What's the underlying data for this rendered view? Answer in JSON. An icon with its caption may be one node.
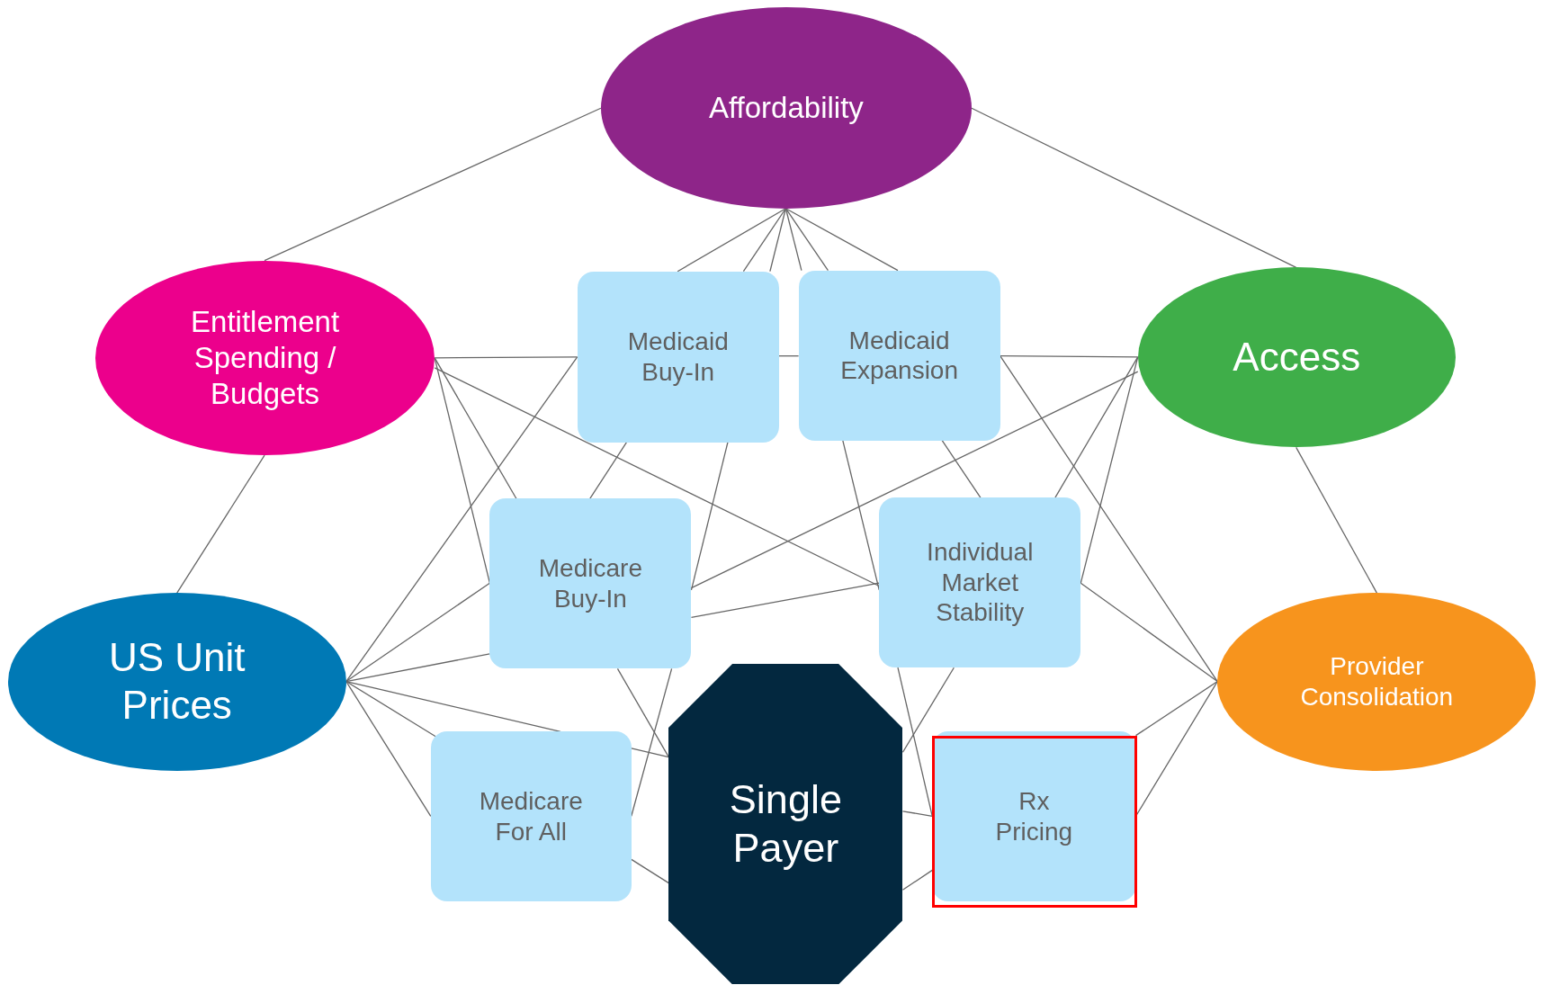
{
  "diagram": {
    "nodes": [
      {
        "text": [
          "Affordability"
        ]
      },
      {
        "text": [
          "Entitlement Spending / Budgets"
        ]
      },
      {
        "text": [
          "Medicaid Buy-In"
        ]
      },
      {
        "text": [
          "Medicaid Expansion"
        ]
      },
      {
        "text": [
          "Access"
        ]
      },
      {
        "text": [
          "Medicare Buy-In"
        ]
      },
      {
        "text": [
          "Individual Market Stability"
        ]
      },
      {
        "text": [
          "US Unit Prices"
        ]
      },
      {
        "text": [
          "Provider Consolidation"
        ]
      },
      {
        "text": [
          "Medicare For All"
        ]
      },
      {
        "text": [
          "Single Payer"
        ]
      },
      {
        "text": [
          "Rx Pricing"
        ]
      }
    ],
    "edges": [
      {
        "from": 0,
        "to": 1,
        "arrow": "none"
      },
      {
        "from": 0,
        "to": 4,
        "arrow": "none"
      },
      {
        "from": 0,
        "to": 2,
        "arrow": "none"
      },
      {
        "from": 0,
        "to": 2,
        "arrow": "none"
      },
      {
        "from": 0,
        "to": 2,
        "arrow": "none"
      },
      {
        "from": 0,
        "to": 3,
        "arrow": "none"
      },
      {
        "from": 0,
        "to": 3,
        "arrow": "none"
      },
      {
        "from": 0,
        "to": 3,
        "arrow": "none"
      },
      {
        "from": 2,
        "to": 5,
        "arrow": "none"
      },
      {
        "from": 2,
        "to": 5,
        "arrow": "none"
      },
      {
        "from": 5,
        "to": 9,
        "arrow": "none"
      },
      {
        "from": 3,
        "to": 6,
        "arrow": "none"
      },
      {
        "from": 6,
        "to": 11,
        "arrow": "none"
      },
      {
        "from": 3,
        "to": 6,
        "arrow": "none"
      },
      {
        "from": 1,
        "to": 2,
        "arrow": "none"
      },
      {
        "from": 2,
        "to": 3,
        "arrow": "none"
      },
      {
        "from": 3,
        "to": 4,
        "arrow": "none"
      },
      {
        "from": 1,
        "to": 5,
        "arrow": "none"
      },
      {
        "from": 1,
        "to": 5,
        "arrow": "none"
      },
      {
        "from": 5,
        "to": 10,
        "arrow": "none"
      },
      {
        "from": 1,
        "to": 6,
        "arrow": "none"
      },
      {
        "from": 1,
        "to": 7,
        "arrow": "none"
      },
      {
        "from": 7,
        "to": 2,
        "arrow": "none"
      },
      {
        "from": 7,
        "to": 5,
        "arrow": "none"
      },
      {
        "from": 7,
        "to": 5,
        "arrow": "none"
      },
      {
        "from": 5,
        "to": 6,
        "arrow": "none"
      },
      {
        "from": 7,
        "to": 9,
        "arrow": "none"
      },
      {
        "from": 9,
        "to": 10,
        "arrow": "none"
      },
      {
        "from": 7,
        "to": 9,
        "arrow": "none"
      },
      {
        "from": 9,
        "to": 10,
        "arrow": "none"
      },
      {
        "from": 10,
        "to": 11,
        "arrow": "none"
      },
      {
        "from": 7,
        "to": 9,
        "arrow": "none"
      },
      {
        "from": 4,
        "to": 5,
        "arrow": "none"
      },
      {
        "from": 4,
        "to": 6,
        "arrow": "none"
      },
      {
        "from": 6,
        "to": 10,
        "arrow": "none"
      },
      {
        "from": 4,
        "to": 6,
        "arrow": "none"
      },
      {
        "from": 4,
        "to": 8,
        "arrow": "none"
      },
      {
        "from": 3,
        "to": 8,
        "arrow": "none"
      },
      {
        "from": 6,
        "to": 8,
        "arrow": "none"
      },
      {
        "from": 8,
        "to": 11,
        "arrow": "none"
      },
      {
        "from": 11,
        "to": 10,
        "arrow": "none"
      },
      {
        "from": 8,
        "to": 11,
        "arrow": "none"
      }
    ]
  }
}
